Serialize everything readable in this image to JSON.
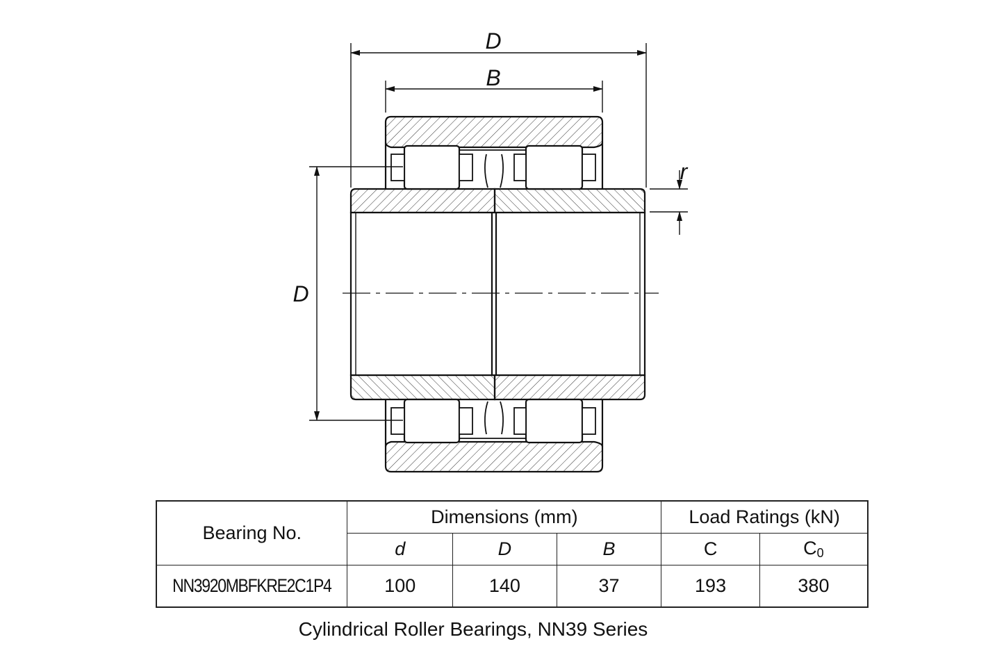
{
  "drawing": {
    "labels": {
      "outer_diameter_top": "D",
      "width": "B",
      "bore_side": "D",
      "chamfer": "r"
    }
  },
  "table": {
    "header": {
      "bearing_no": "Bearing No.",
      "dimensions": "Dimensions (mm)",
      "load_ratings": "Load Ratings (kN)",
      "sub": {
        "d": "d",
        "D": "D",
        "B": "B",
        "C": "C",
        "C0_base": "C",
        "C0_sub": "0"
      }
    },
    "rows": [
      {
        "bearing_no": "NN3920MBFKRE2C1P4",
        "d": "100",
        "D": "140",
        "B": "37",
        "C": "193",
        "C0": "380"
      }
    ]
  },
  "caption": "Cylindrical Roller Bearings, NN39 Series"
}
